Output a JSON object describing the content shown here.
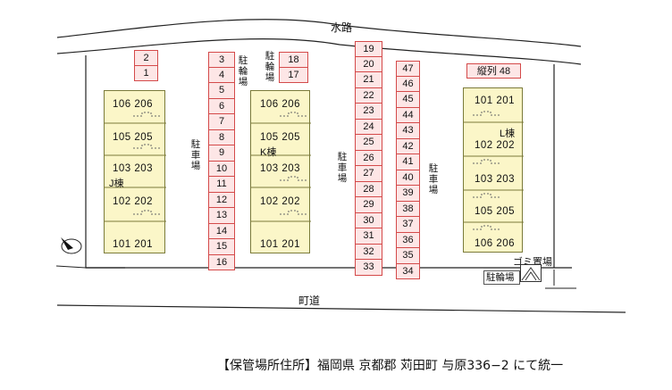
{
  "map": {
    "waterway_label": "水路",
    "road_label": "町道",
    "parking_lot_label": "駐車場",
    "bike_parking_label": "駐輪場",
    "garbage_label": "ゴミ置場",
    "parallel_parking_label": "縦列 48",
    "footer_note": "【保管場所住所】福岡県 京都郡 苅田町 与原336−2 にて統一"
  },
  "parking_groups": [
    {
      "id": "A",
      "stalls": [
        "2",
        "1"
      ]
    },
    {
      "id": "B",
      "stalls": [
        "3",
        "4",
        "5",
        "6",
        "7",
        "8",
        "9",
        "10",
        "11",
        "12",
        "13",
        "14",
        "15",
        "16"
      ]
    },
    {
      "id": "C",
      "stalls": [
        "18",
        "17"
      ]
    },
    {
      "id": "D",
      "stalls": [
        "19",
        "20",
        "21",
        "22",
        "23",
        "24",
        "25",
        "26",
        "27",
        "28",
        "29",
        "30",
        "31",
        "32",
        "33"
      ]
    },
    {
      "id": "E",
      "stalls": [
        "47",
        "46",
        "45",
        "44",
        "43",
        "42",
        "41",
        "40",
        "39",
        "38",
        "37",
        "36",
        "35",
        "34"
      ]
    }
  ],
  "buildings": [
    {
      "name": "J棟",
      "units": [
        "106 206",
        "105 205",
        "103 203",
        "102 202",
        "101 201"
      ]
    },
    {
      "name": "K棟",
      "units": [
        "106 206",
        "105 205",
        "103 203",
        "102 202",
        "101 201"
      ]
    },
    {
      "name": "L棟",
      "units": [
        "101 201",
        "102 202",
        "103 203",
        "105 205",
        "106 206"
      ]
    }
  ],
  "colors": {
    "stall_fill": "#fde6e6",
    "stall_border": "#d44a4a",
    "building_fill": "#fbf6c8",
    "line": "#222222"
  }
}
